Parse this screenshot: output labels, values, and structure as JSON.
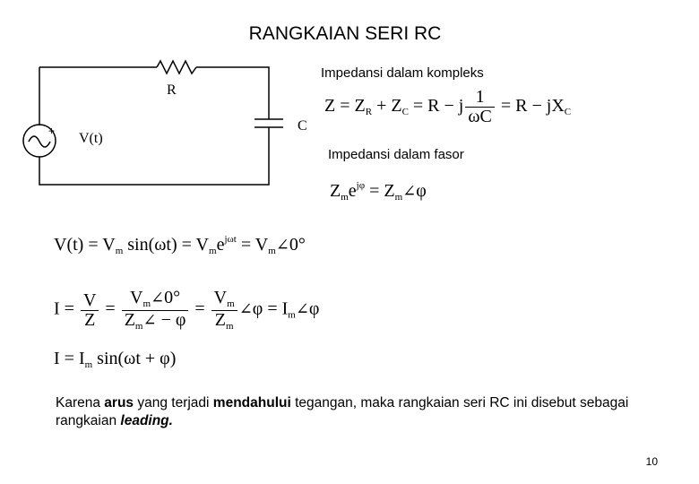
{
  "title": "RANGKAIAN SERI RC",
  "circuit": {
    "resistor_label": "R",
    "capacitor_label": "C",
    "source_label": "V(t)"
  },
  "labels": {
    "impedance_complex": "Impedansi dalam kompleks",
    "impedance_phasor": "Impedansi dalam fasor"
  },
  "paragraph": {
    "t1": "Karena ",
    "b1": "arus",
    "t2": " yang terjadi ",
    "b2": "mendahului",
    "t3": " tegangan, maka rangkaian seri RC ini disebut sebagai rangkaian ",
    "b3": "leading."
  },
  "page_number": "10"
}
